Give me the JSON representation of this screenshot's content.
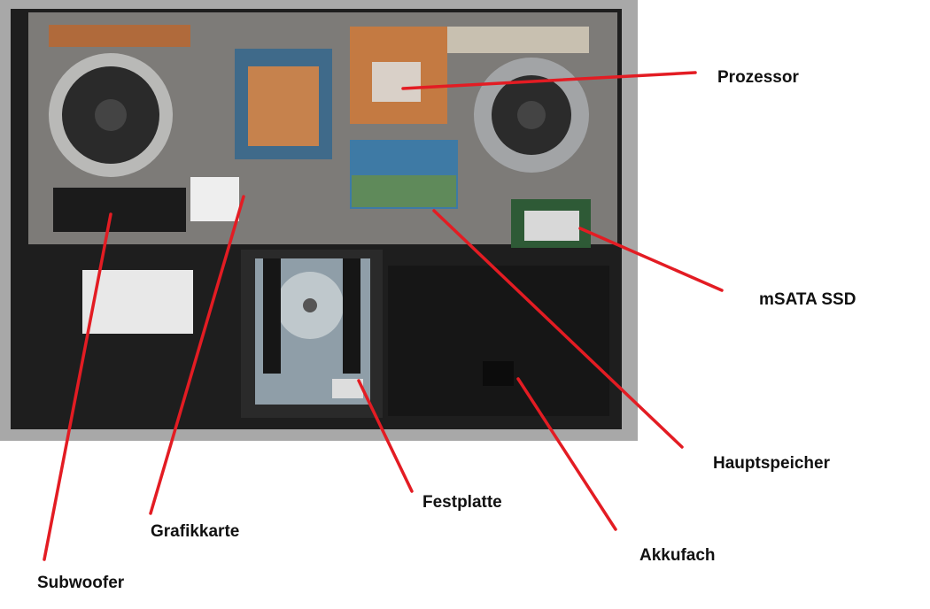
{
  "labels": {
    "prozessor": "Prozessor",
    "msata": "mSATA SSD",
    "hauptspeicher": "Hauptspeicher",
    "akkufach": "Akkufach",
    "festplatte": "Festplatte",
    "grafikkarte": "Grafikkarte",
    "subwoofer": "Subwoofer"
  },
  "colors": {
    "pointer": "#e31c23",
    "background": "#ffffff"
  }
}
